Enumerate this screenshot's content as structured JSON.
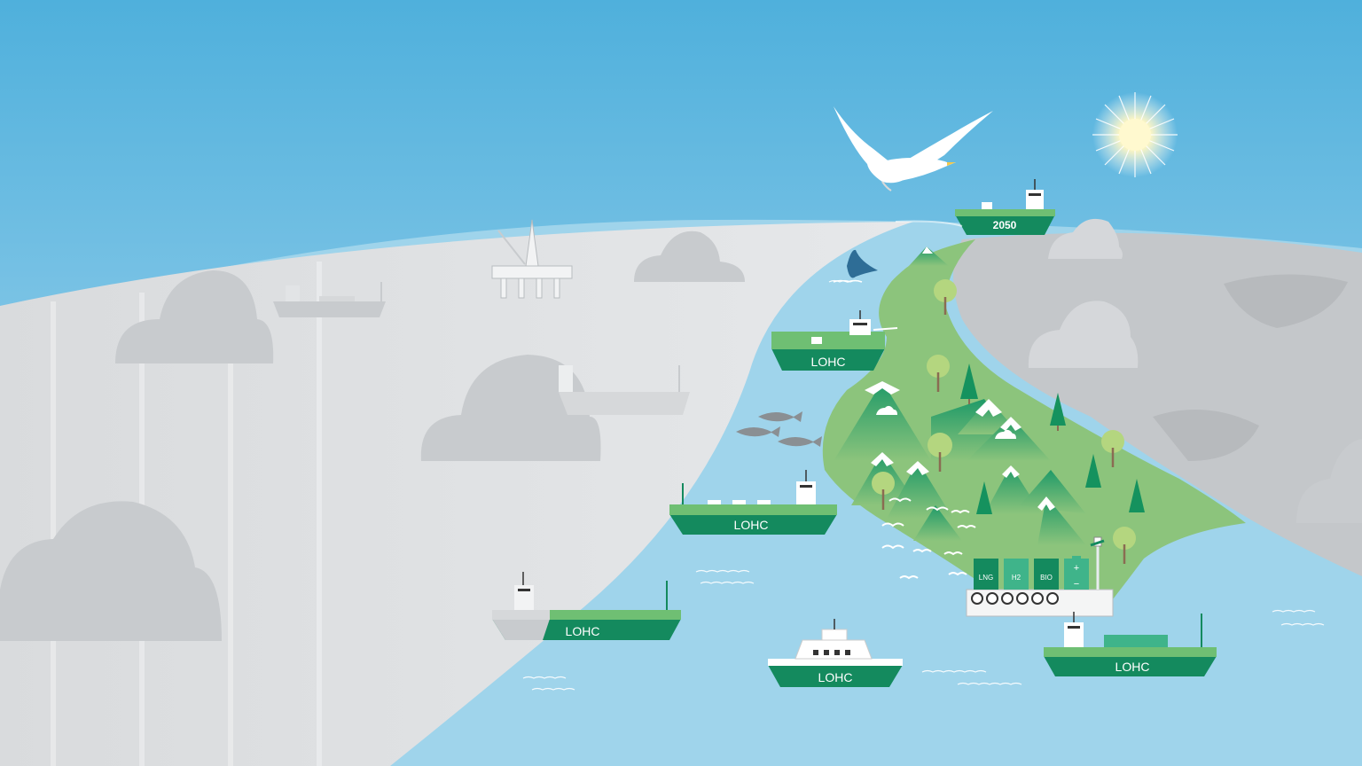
{
  "ships": {
    "lohc_upper": "LOHC",
    "lohc_mid": "LOHC",
    "lohc_lower_left": "LOHC",
    "ferry": "LOHC",
    "lohc_lower_right": "LOHC",
    "future_ship": "2050"
  },
  "port_tanks": [
    "LNG",
    "H2",
    "BIO"
  ],
  "battery_symbols": {
    "plus": "+",
    "minus": "−"
  },
  "colors": {
    "sky_top": "#4fb0dc",
    "sky_bottom": "#a9d6ef",
    "sea": "#9fd4eb",
    "land_green": "#8cc47c",
    "hull_green": "#148a5e",
    "deck_light_green": "#6fbf73",
    "grey_world": "#dcdfe2",
    "grey_cloud": "#c4c7ca"
  }
}
